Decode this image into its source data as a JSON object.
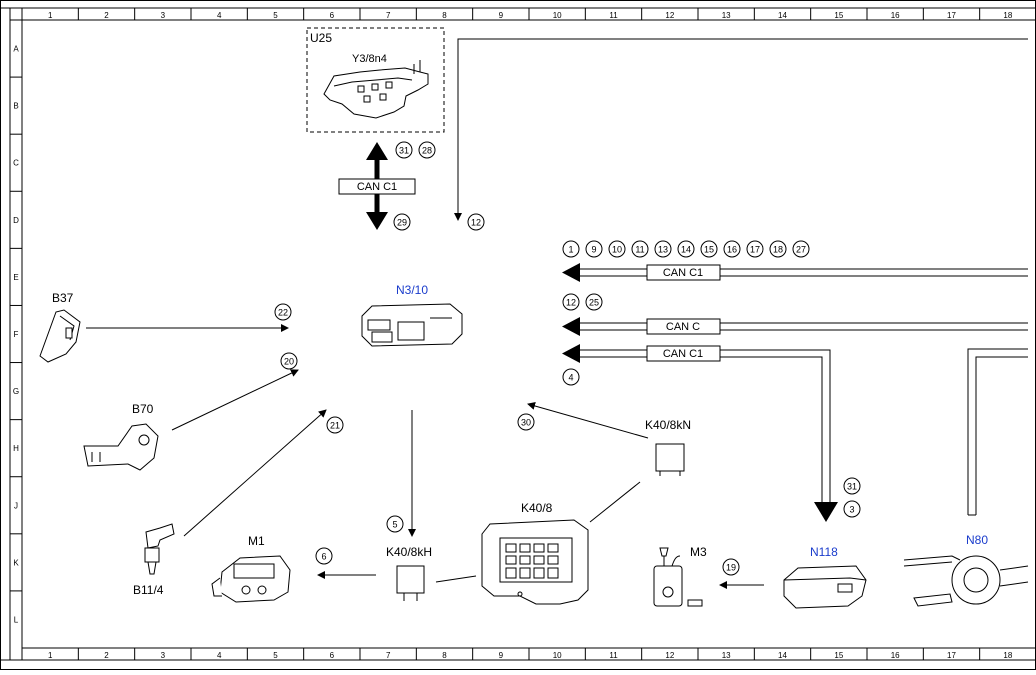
{
  "grid": {
    "columns": [
      "1",
      "2",
      "3",
      "4",
      "5",
      "6",
      "7",
      "8",
      "9",
      "10",
      "11",
      "12",
      "13",
      "14",
      "15",
      "16",
      "17",
      "18"
    ],
    "rows": [
      "A",
      "B",
      "C",
      "D",
      "E",
      "F",
      "G",
      "H",
      "J",
      "K",
      "L"
    ]
  },
  "components": {
    "u25": "U25",
    "y3_8n4": "Y3/8n4",
    "n3_10": "N3/10",
    "b37": "B37",
    "b70": "B70",
    "b11_4": "B11/4",
    "m1": "M1",
    "k40_8kh": "K40/8kH",
    "k40_8": "K40/8",
    "k40_8kn": "K40/8kN",
    "m3": "M3",
    "n118": "N118",
    "n80": "N80"
  },
  "bus_labels": {
    "can_c1_top": "CAN C1",
    "can_c1_e": "CAN C1",
    "can_c_f": "CAN C",
    "can_c1_g": "CAN C1"
  },
  "signals": {
    "s31_top": "31",
    "s28": "28",
    "s29": "29",
    "s12_top": "12",
    "row_e": [
      "1",
      "9",
      "10",
      "11",
      "13",
      "14",
      "15",
      "16",
      "17",
      "18",
      "27"
    ],
    "s12_f": "12",
    "s25": "25",
    "s4": "4",
    "s22": "22",
    "s20": "20",
    "s21": "21",
    "s30": "30",
    "s5": "5",
    "s6": "6",
    "s19": "19",
    "s31_n118": "31",
    "s3": "3"
  },
  "colors": {
    "line": "#000000",
    "blue_label": "#1a3ccc",
    "frame": "#000000"
  }
}
